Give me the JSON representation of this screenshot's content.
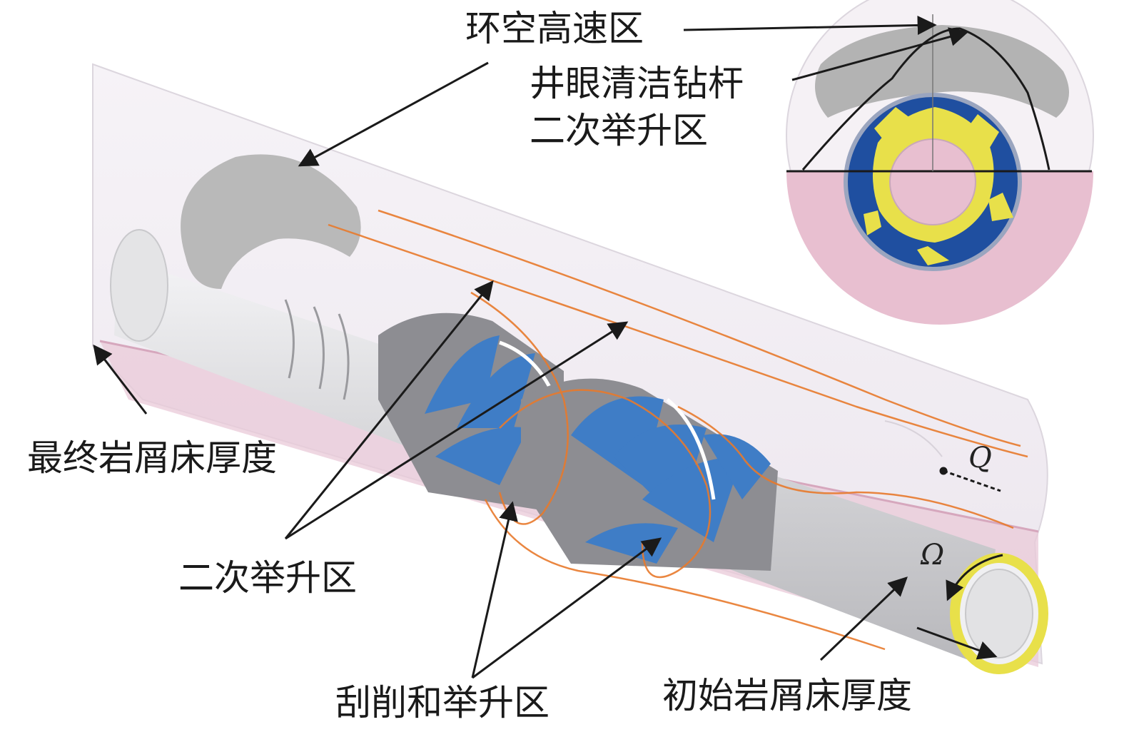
{
  "labels": {
    "annulus_high_speed": "环空高速区",
    "hole_cleaning_drillpipe": "井眼清洁钻杆",
    "secondary_lift_inset": "二次举升区",
    "final_bed_thickness": "最终岩屑床厚度",
    "secondary_lift": "二次举升区",
    "scraping_lift": "刮削和举升区",
    "initial_bed_thickness": "初始岩屑床厚度"
  },
  "symbols": {
    "flow_rate": "Q",
    "rotation_speed": "Ω"
  },
  "colors": {
    "tube": "#f2eef3",
    "cuttings_bed": "#e9c9d8",
    "pipe": "#d5d5d7",
    "blade": "#3f7dc6",
    "high_speed_zone": "#b3b3b3",
    "flow_line": "#e87a2c",
    "pipe_ring": "#e8e04a",
    "inset_blade": "#1f4fa0"
  }
}
